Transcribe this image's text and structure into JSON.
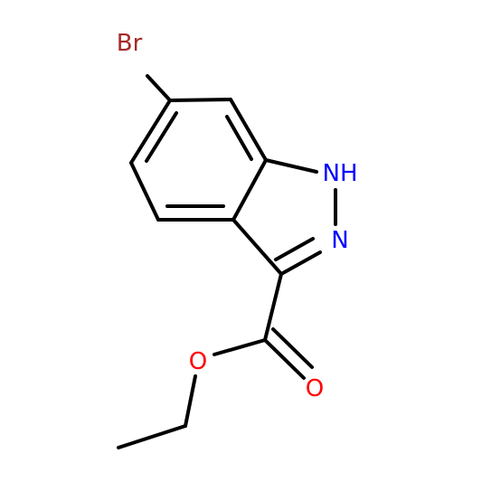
{
  "molecule": {
    "atoms": {
      "br": {
        "label": "Br",
        "color": "#a52a2a"
      },
      "nh": {
        "label": "NH",
        "color": "#0000ff"
      },
      "n": {
        "label": "N",
        "color": "#0000ff"
      },
      "o_ester": {
        "label": "O",
        "color": "#ff0000"
      },
      "o_carbonyl": {
        "label": "O",
        "color": "#ff0000"
      }
    },
    "bond_color": "#000000"
  }
}
